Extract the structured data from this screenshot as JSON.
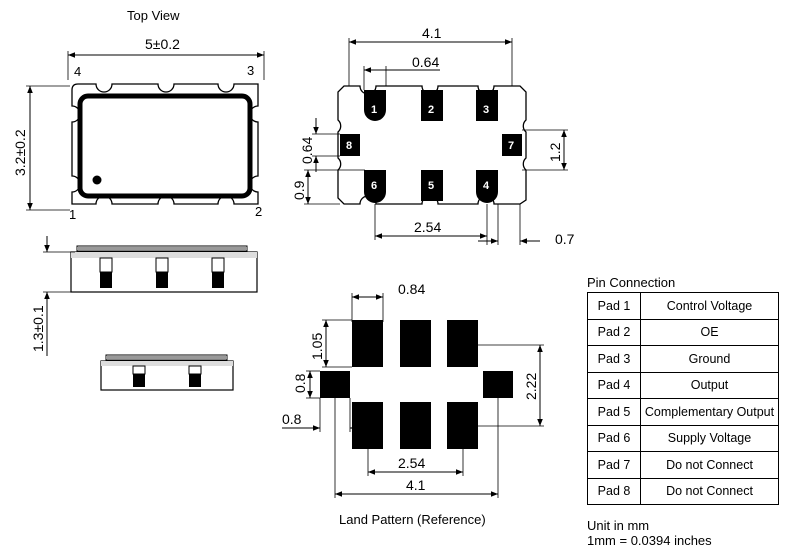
{
  "top_view": {
    "title": "Top View",
    "width_dim": "5±0.2",
    "height_dim": "3.2±0.2",
    "corners": [
      "4",
      "3",
      "1",
      "2"
    ]
  },
  "bottom_view": {
    "overall_width": "4.1",
    "pad_pitch_width": "0.64",
    "side_pad_height": "0.64",
    "side_pad_gap": "1.2",
    "end_dim": "0.9",
    "pitch": "2.54",
    "side_offset": "0.7",
    "pads": [
      "1",
      "2",
      "3",
      "8",
      "7",
      "6",
      "5",
      "4"
    ]
  },
  "side_view": {
    "height_dim": "1.3±0.1"
  },
  "land_pattern": {
    "caption": "Land Pattern (Reference)",
    "pad_width": "0.84",
    "pad_height": "1.05",
    "side_pad_height": "0.8",
    "side_pad_width": "0.8",
    "span": "2.22",
    "pitch": "2.54",
    "overall_width": "4.1"
  },
  "pin_connection": {
    "title": "Pin Connection",
    "rows": [
      {
        "pad": "Pad 1",
        "function": "Control Voltage"
      },
      {
        "pad": "Pad 2",
        "function": "OE"
      },
      {
        "pad": "Pad 3",
        "function": "Ground"
      },
      {
        "pad": "Pad 4",
        "function": "Output"
      },
      {
        "pad": "Pad 5",
        "function": "Complementary Output"
      },
      {
        "pad": "Pad 6",
        "function": "Supply Voltage"
      },
      {
        "pad": "Pad 7",
        "function": "Do not Connect"
      },
      {
        "pad": "Pad 8",
        "function": "Do not Connect"
      }
    ]
  },
  "units": {
    "line1": "Unit in mm",
    "line2": "1mm = 0.0394 inches"
  }
}
